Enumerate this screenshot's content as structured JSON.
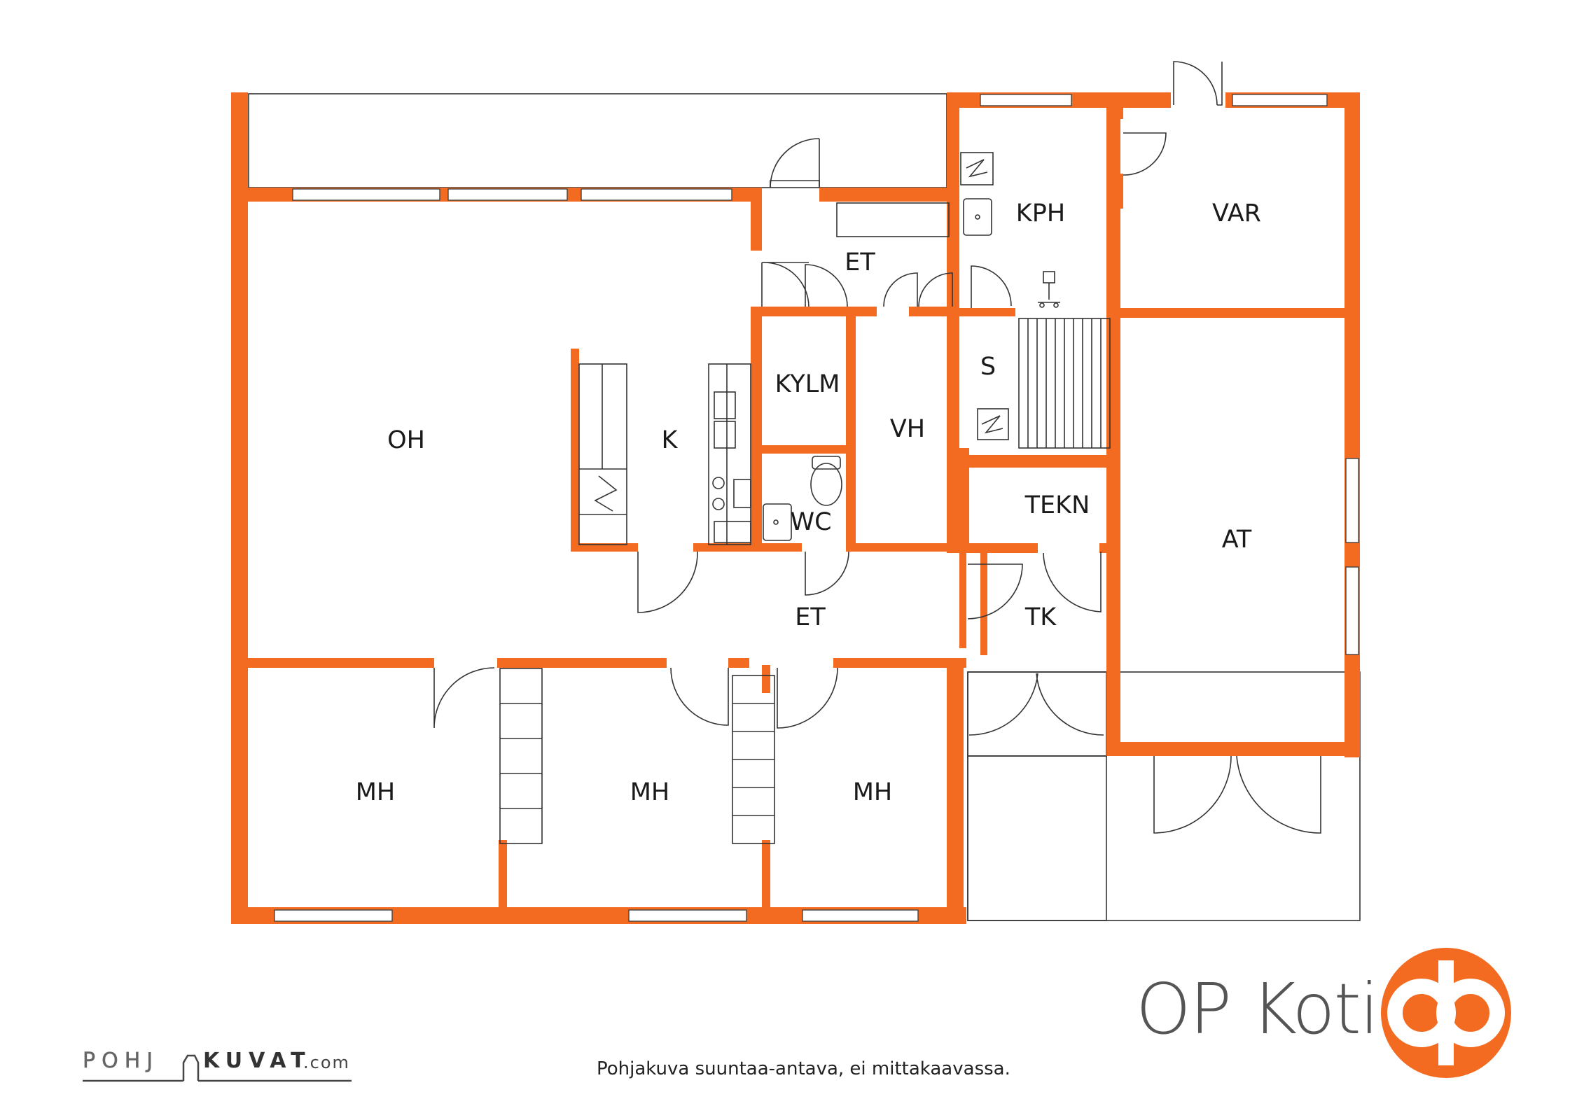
{
  "rooms": {
    "oh": "OH",
    "k": "K",
    "kylm": "KYLM",
    "wc": "WC",
    "vh": "VH",
    "et_top": "ET",
    "et_mid": "ET",
    "kph": "KPH",
    "var": "VAR",
    "s": "S",
    "tekn": "TEKN",
    "tk": "TK",
    "at": "AT",
    "mh1": "MH",
    "mh2": "MH",
    "mh3": "MH"
  },
  "footer": {
    "disclaimer": "Pohjakuva suuntaa-antava, ei mittakaavassa.",
    "brand": "OP Koti",
    "logo_left": "POHJ",
    "logo_right": "KUVAT",
    "logo_suffix": ".com"
  },
  "colors": {
    "wall": "#F26B21",
    "brand_circle": "#F26B21",
    "brand_text": "#555555"
  },
  "icons": {
    "brand_logo": "op-logo-icon"
  }
}
